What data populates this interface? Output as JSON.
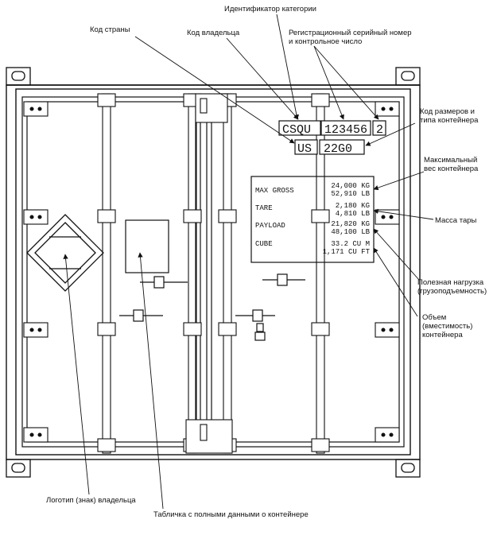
{
  "annotations": {
    "category_id": "Идентификатор категории",
    "country_code": "Код страны",
    "owner_code": "Код владельца",
    "serial_check_1": "Регистрационный серийный номер",
    "serial_check_2": "и контрольное число",
    "size_type_1": "Код размеров и",
    "size_type_2": "типа контейнера",
    "max_gross_1": "Максимальный",
    "max_gross_2": "вес контейнера",
    "tare": "Масса тары",
    "payload_1": "Полезная нагрузка",
    "payload_2": "(грузоподъемность)",
    "cube_1": "Объем",
    "cube_2": "(вместимость)",
    "cube_3": "контейнера",
    "owner_logo": "Логотип (знак) владельца",
    "data_plate": "Табличка с полными данными о контейнере"
  },
  "markings": {
    "owner_prefix": "CSQU",
    "serial": "123456",
    "check_digit": "2",
    "country": "US",
    "size_type": "22G0"
  },
  "weights": {
    "max_gross_label": "MAX GROSS",
    "max_gross_kg": "24,000 KG",
    "max_gross_lb": "52,910 LB",
    "tare_label": "TARE",
    "tare_kg": "2,180 KG",
    "tare_lb": "4,810 LB",
    "payload_label": "PAYLOAD",
    "payload_kg": "21,820 KG",
    "payload_lb": "48,100 LB",
    "cube_label": "CUBE",
    "cube_m": "33.2 CU M",
    "cube_ft": "1,171 CU FT"
  }
}
